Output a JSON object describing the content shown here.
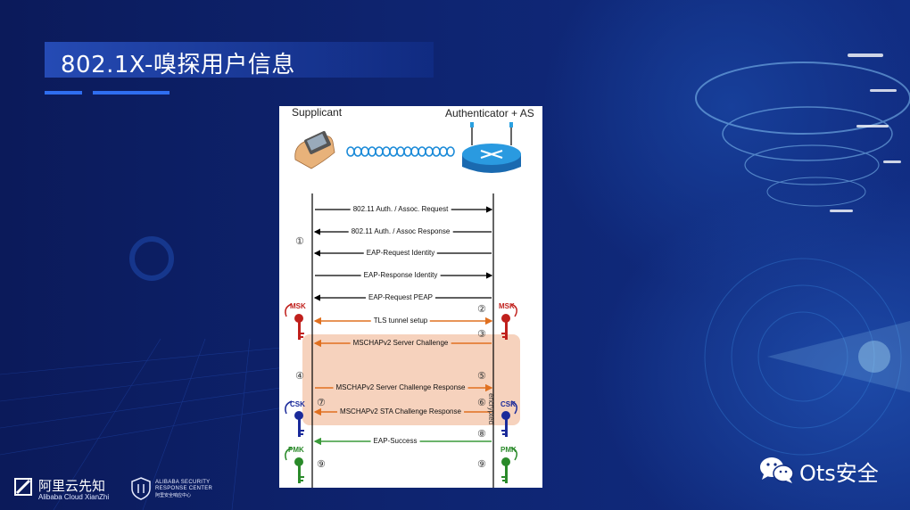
{
  "slide": {
    "title": "802.1X-嗅探用户信息"
  },
  "diagram": {
    "supplicant_label": "Supplicant",
    "authenticator_label": "Authenticator + AS",
    "encrypted_label": "encrypted",
    "messages": [
      {
        "text": "802.11 Auth. / Assoc. Request",
        "direction": "right",
        "color": "#000000"
      },
      {
        "text": "802.11 Auth. / Assoc Response",
        "direction": "left",
        "color": "#000000"
      },
      {
        "text": "EAP-Request Identity",
        "direction": "left",
        "color": "#000000"
      },
      {
        "text": "EAP-Response Identity",
        "direction": "right",
        "color": "#000000"
      },
      {
        "text": "EAP-Request PEAP",
        "direction": "left",
        "color": "#000000"
      },
      {
        "text": "TLS tunnel setup",
        "direction": "both",
        "color": "#e07020"
      },
      {
        "text": "MSCHAPv2 Server Challenge",
        "direction": "left",
        "color": "#e07020"
      },
      {
        "text": "MSCHAPv2 Server Challenge Response",
        "direction": "right",
        "color": "#e07020"
      },
      {
        "text": "MSCHAPv2 STA Challenge Response",
        "direction": "left",
        "color": "#e07020"
      },
      {
        "text": "EAP-Success",
        "direction": "left",
        "color": "#3a9a3a"
      }
    ],
    "steps": [
      "①",
      "②",
      "③",
      "④",
      "⑤",
      "⑥",
      "⑦",
      "⑧",
      "⑨",
      "⑨"
    ],
    "keys": [
      {
        "label": "MSK",
        "color": "#c0201c"
      },
      {
        "label": "MSK",
        "color": "#c0201c"
      },
      {
        "label": "CSK",
        "color": "#1a2a9a"
      },
      {
        "label": "CSK",
        "color": "#1a2a9a"
      },
      {
        "label": "PMK",
        "color": "#2a8a2a"
      },
      {
        "label": "PMK",
        "color": "#2a8a2a"
      }
    ]
  },
  "footer": {
    "brand": "阿里云先知",
    "brand_sub": "Alibaba Cloud XianZhi",
    "asrc_line1": "ALIBABA SECURITY",
    "asrc_line2": "RESPONSE CENTER",
    "asrc_line3": "阿里安全响应中心",
    "wechat_account": "Ots安全"
  },
  "colors": {
    "background": "#0e2470",
    "accent": "#2f6ef0",
    "orange": "#e07020",
    "green": "#3a9a3a"
  }
}
